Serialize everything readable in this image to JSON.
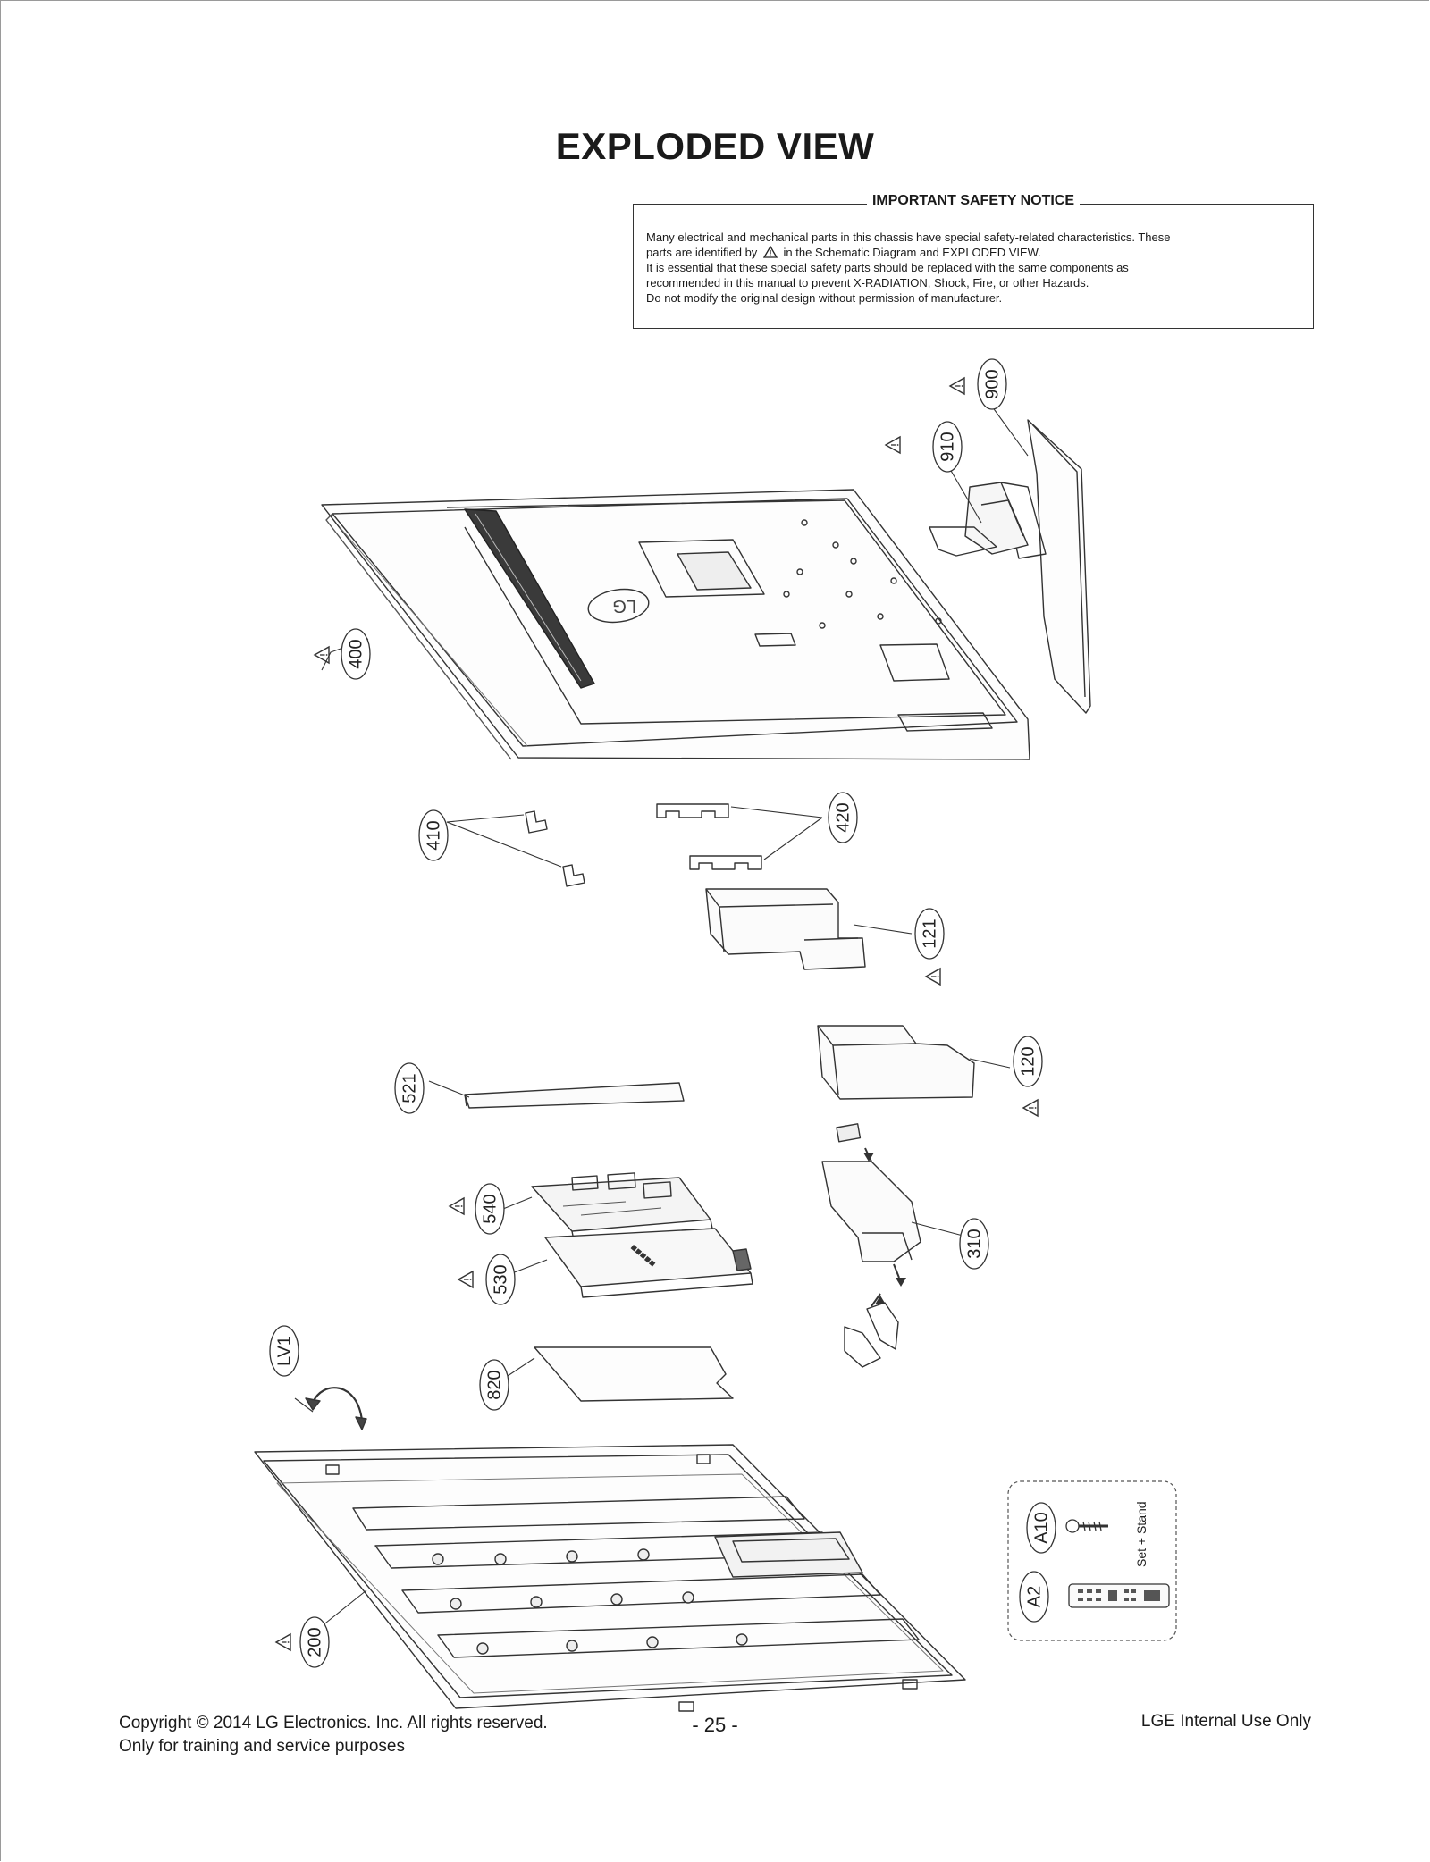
{
  "page": {
    "title": "EXPLODED VIEW",
    "page_number": "- 25 -"
  },
  "notice": {
    "title": "IMPORTANT SAFETY NOTICE",
    "line1": "Many electrical and mechanical parts in this chassis have special safety-related characteristics. These",
    "line2_pre": "parts are identified by",
    "line2_post": "in the Schematic Diagram and EXPLODED VIEW.",
    "line3": "It is essential that these special safety parts should be replaced with the same components as",
    "line4": "recommended in this manual to prevent X-RADIATION, Shock, Fire, or other Hazards.",
    "line5": "Do not modify the original design without permission of manufacturer."
  },
  "parts": {
    "p900": "900",
    "p910": "910",
    "p400": "400",
    "p410": "410",
    "p420": "420",
    "p121": "121",
    "p120": "120",
    "p521": "521",
    "p540": "540",
    "p530": "530",
    "p310": "310",
    "pLV1": "LV1",
    "p820": "820",
    "p200": "200",
    "pA10": "A10",
    "pA2": "A2"
  },
  "accessory_note": "Set + Stand",
  "footer": {
    "copyright": "Copyright © 2014 LG Electronics. Inc. All rights reserved.",
    "purpose": "Only for training and service purposes",
    "right": "LGE Internal Use Only"
  },
  "colors": {
    "line": "#333333",
    "hatch": "#555555"
  }
}
